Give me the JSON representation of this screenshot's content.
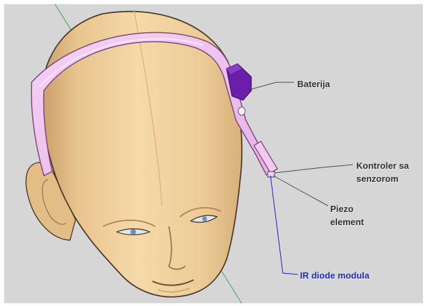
{
  "labels": {
    "battery": "Baterija",
    "controller_line1": "Kontroler sa",
    "controller_line2": "senzorom",
    "piezo_line1": "Piezo",
    "piezo_line2": "element",
    "ir_module": "IR diode modula"
  },
  "colors": {
    "background": "#d7d6d7",
    "frame": "#ffffff",
    "skin_light": "#f7dcae",
    "skin_mid": "#eac790",
    "skin_dark": "#c9a06c",
    "outline": "#4a3b2b",
    "headband": "#f2c8f2",
    "headband_edge": "#7b4b7b",
    "battery": "#6b1fa8",
    "leader_line": "#4b4b4b",
    "ir_line": "#1b1bdc",
    "ir_label": "#1a2bd6",
    "text": "#333333",
    "green_axis": "#58b070"
  }
}
